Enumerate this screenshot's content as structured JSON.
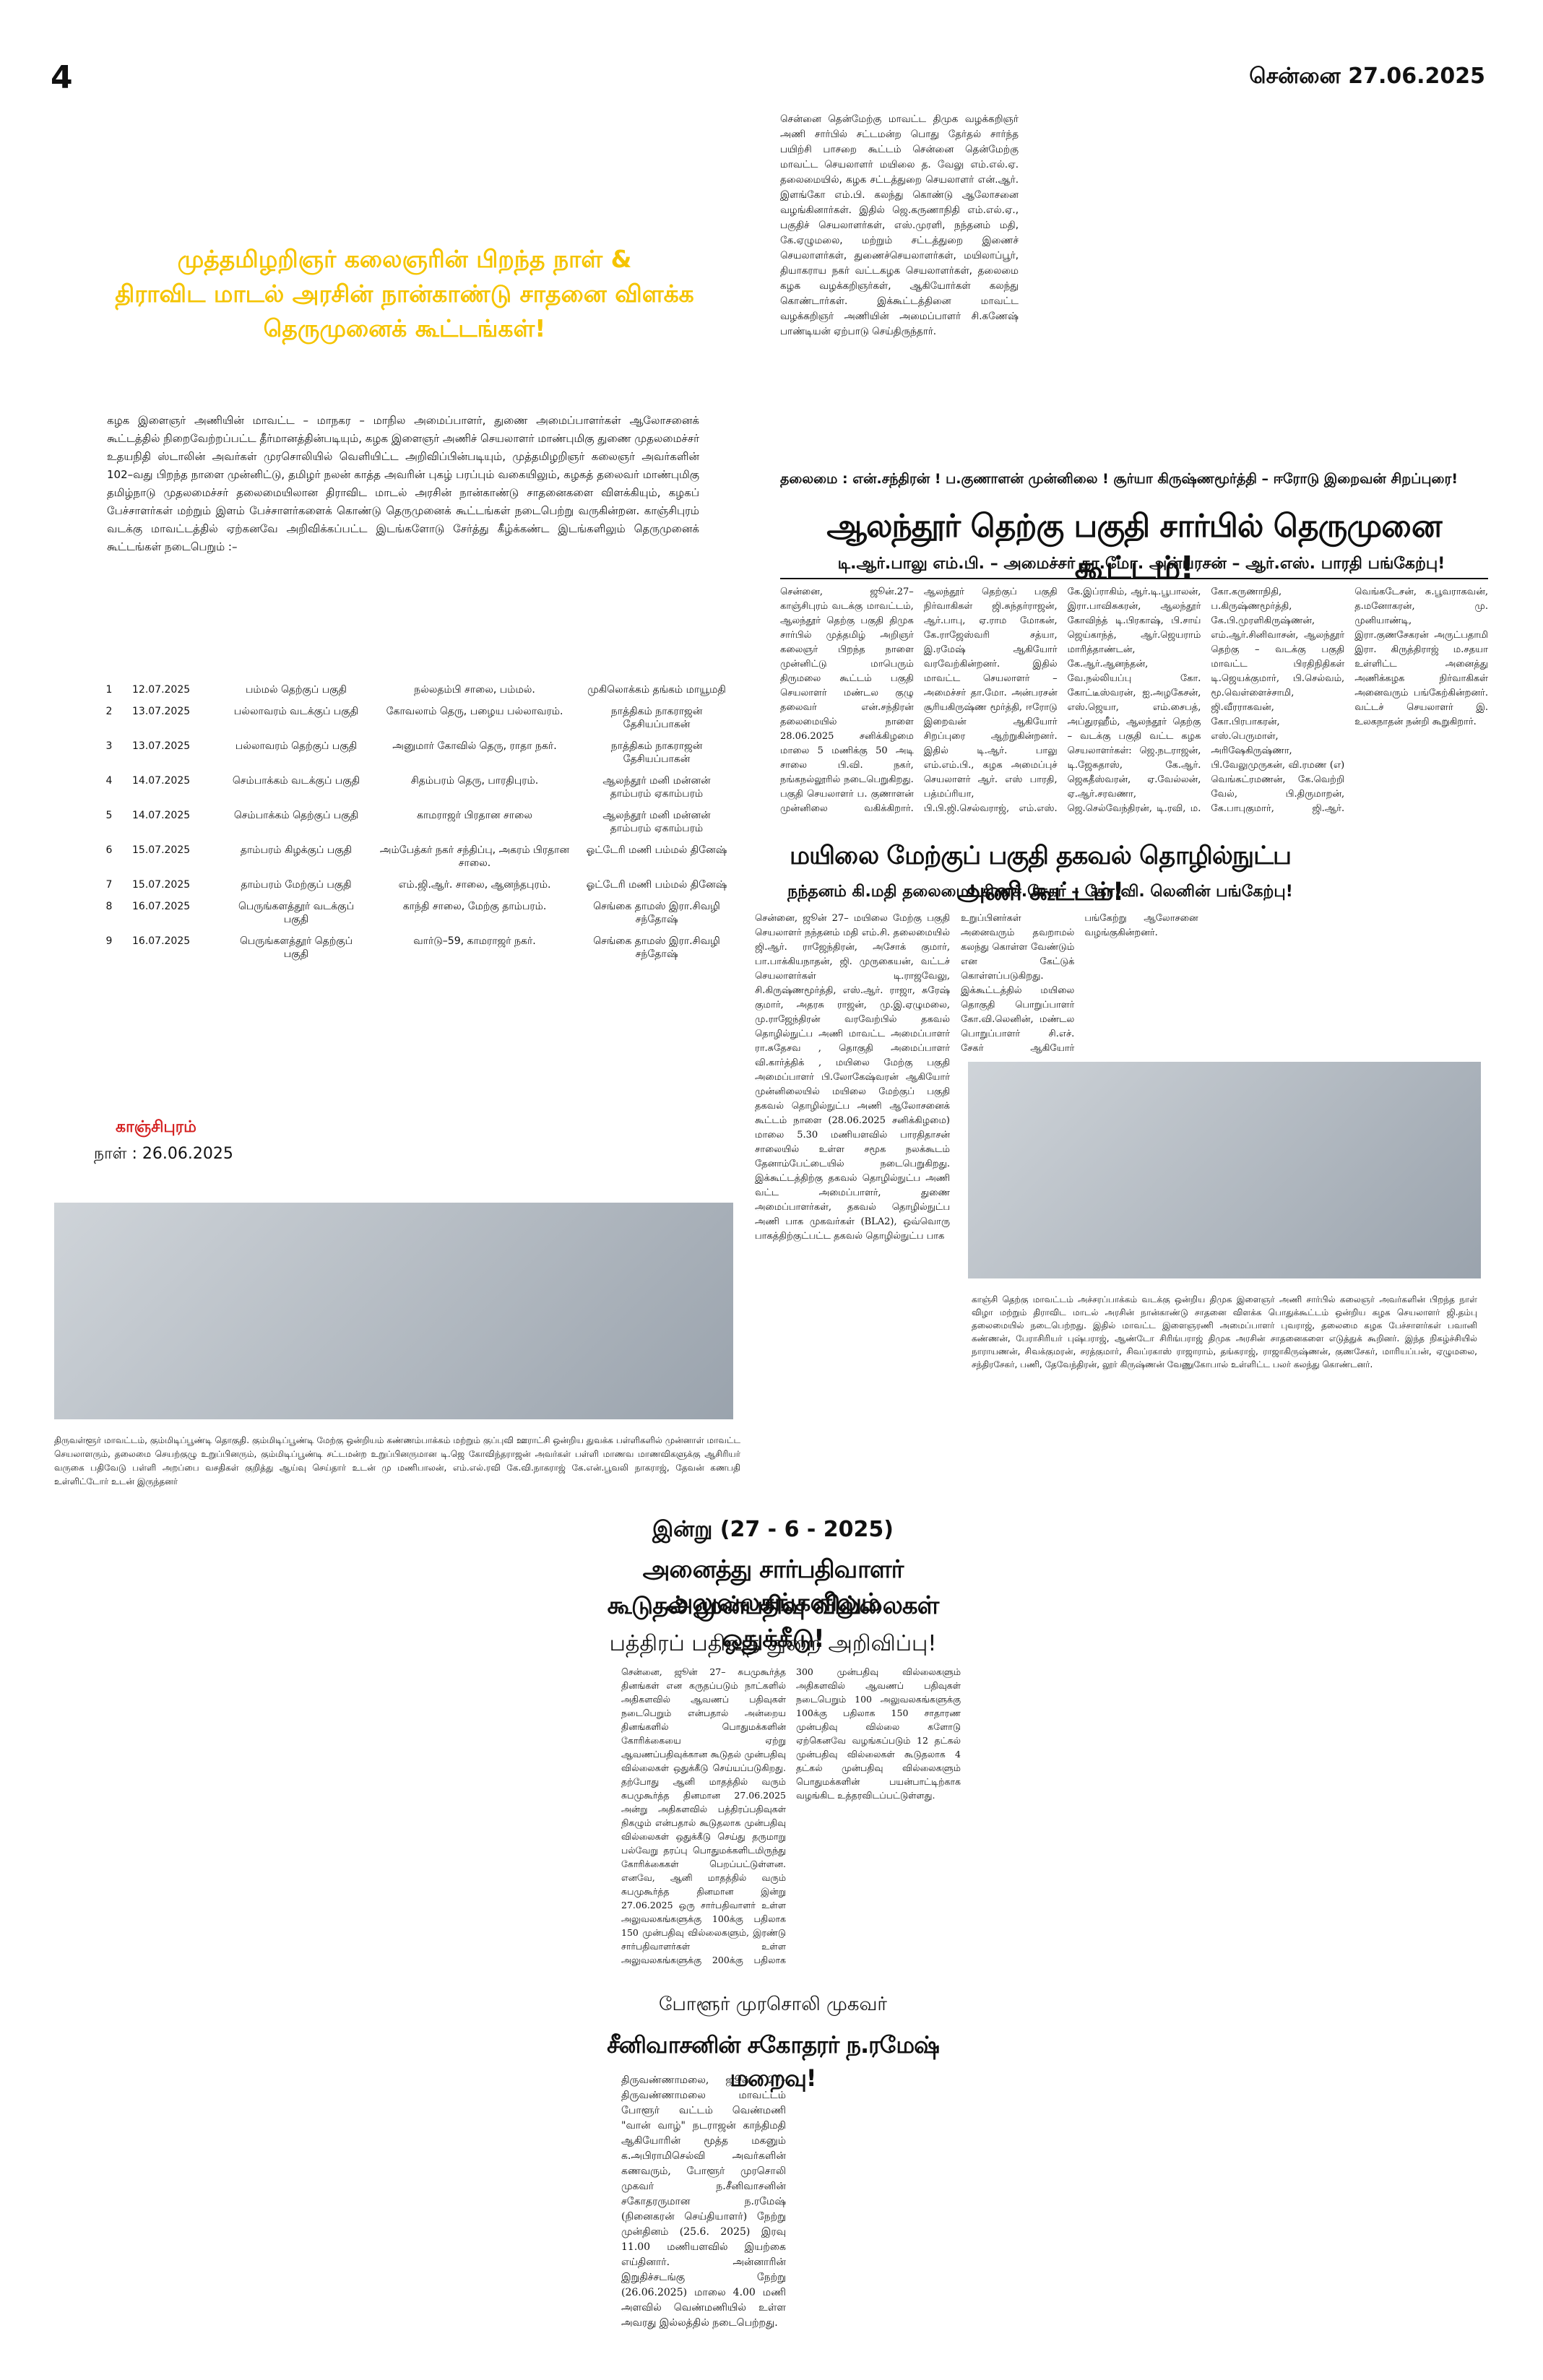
{
  "masthead": {
    "page_number": "4",
    "city_date": "சென்னை 27.06.2025"
  },
  "left_feature": {
    "headline_lines": [
      "முத்தமிழறிஞர் கலைஞரின் பிறந்த நாள் &",
      "திராவிட மாடல் அரசின் நான்காண்டு சாதனை விளக்க",
      "தெருமுனைக் கூட்டங்கள்!"
    ],
    "body": "கழக இளைஞர் அணியின் மாவட்ட – மாநகர – மாநில அமைப்பாளர், துணை அமைப்பாளர்கள் ஆலோசனைக் கூட்டத்தில் நிறைவேற்றப்பட்ட தீர்மானத்தின்படியும், கழக இளைஞர் அணிச் செயலாளர் மாண்புமிகு துணை முதலமைச்சர் உதயநிதி ஸ்டாலின் அவர்கள் முரசொலியில் வெளியிட்ட அறிவிப்பின்படியும், முத்தமிழறிஞர் கலைஞர் அவர்களின் 102–வது பிறந்த நாளை முன்னிட்டு, தமிழர் நலன் காத்த அவரின் புகழ் பரப்பும் வகையிலும், கழகத் தலைவர் மாண்புமிகு தமிழ்நாடு முதலமைச்சர் தலைமையிலான திராவிட மாடல் அரசின் நான்காண்டு சாதனைகளை விளக்கியும், கழகப் பேச்சாளர்கள் மற்றும் இளம் பேச்சாளர்களைக் கொண்டு தெருமுனைக் கூட்டங்கள் நடைபெற்று வருகின்றன. காஞ்சிபுரம் வடக்கு மாவட்டத்தில் ஏற்கனவே அறிவிக்கப்பட்ட இடங்களோடு சேர்த்து கீழ்க்கண்ட இடங்களிலும் தெருமுனைக் கூட்டங்கள் நடைபெறும் :–",
    "schedule": [
      {
        "no": "1",
        "date": "12.07.2025",
        "area": "பம்மல் தெற்குப் பகுதி",
        "place": "நல்லதம்பி சாலை, பம்மல்.",
        "speaker": "முகிலொக்கம் தங்கம் மாயூமதி"
      },
      {
        "no": "2",
        "date": "13.07.2025",
        "area": "பல்லாவரம் வடக்குப் பகுதி",
        "place": "கோவலாம் தெரு, பழைய பல்லாவரம்.",
        "speaker": "நாத்திகம் நாகராஜன் தேசியப்பாகன்"
      },
      {
        "no": "3",
        "date": "13.07.2025",
        "area": "பல்லாவரம் தெற்குப் பகுதி",
        "place": "அனுமார் கோவில் தெரு, ராதா நகர்.",
        "speaker": "நாத்திகம் நாகராஜன் தேசியப்பாகன்"
      },
      {
        "no": "4",
        "date": "14.07.2025",
        "area": "செம்பாக்கம் வடக்குப் பகுதி",
        "place": "சிதம்பரம் தெரு, பாரதிபுரம்.",
        "speaker": "ஆலந்தூர் மனி மன்னன் தாம்பரம் ஏகாம்பரம்"
      },
      {
        "no": "5",
        "date": "14.07.2025",
        "area": "செம்பாக்கம் தெற்குப் பகுதி",
        "place": "காமராஜர் பிரதான சாலை",
        "speaker": "ஆலந்தூர் மனி மன்னன் தாம்பரம் ஏகாம்பரம்"
      },
      {
        "no": "6",
        "date": "15.07.2025",
        "area": "தாம்பரம் கிழக்குப் பகுதி",
        "place": "அம்பேத்கர் நகர் சந்திப்பு, அகரம் பிரதான சாலை.",
        "speaker": "ஓட்டேரி மணி பம்மல் தினேஷ்"
      },
      {
        "no": "7",
        "date": "15.07.2025",
        "area": "தாம்பரம் மேற்குப் பகுதி",
        "place": "எம்.ஜி.ஆர். சாலை, ஆனந்தபுரம்.",
        "speaker": "ஓட்டேரி மணி பம்மல் தினேஷ்"
      },
      {
        "no": "8",
        "date": "16.07.2025",
        "area": "பெருங்களத்தூர் வடக்குப் பகுதி",
        "place": "காந்தி சாலை, மேற்கு தாம்பரம்.",
        "speaker": "செங்கை தாமஸ் இரா.சிவழி சந்தோஷ்"
      },
      {
        "no": "9",
        "date": "16.07.2025",
        "area": "பெருங்களத்தூர் தெற்குப் பகுதி",
        "place": "வார்டு–59, காமராஜர் நகர்.",
        "speaker": "செங்கை தாமஸ் இரா.சிவழி சந்தோஷ்"
      }
    ],
    "place_label": "காஞ்சிபுரம்",
    "date_label": "நாள் : 26.06.2025"
  },
  "top_brief": {
    "body": "சென்னை தென்மேற்கு மாவட்ட திமுக வழக்கறிஞர் அணி சார்பில் சட்டமன்ற பொது தேர்தல் சார்ந்த பயிற்சி பாசறை கூட்டம் சென்னை தென்மேற்கு மாவட்ட செயலாளர் மயிலை த. வேலு எம்.எல்.ஏ. தலைமையில், கழக சட்டத்துறை செயலாளர் என்.ஆர். இளங்கோ எம்.பி. கலந்து கொண்டு ஆலோசனை வழங்கினார்கள். இதில் ஜெ.கருணாநிதி எம்.எல்.ஏ., பகுதிச் செயலாளர்கள், எஸ்.முரளி, நந்தனம் மதி, கே.ஏழுமலை, மற்றும் சட்டத்துறை இணைச் செயலாளர்கள், துணைச்செயலாளர்கள், மயிலாப்பூர், தியாகராய நகர் வட்டகழக செயலாளர்கள், தலைமை கழக வழக்கறிஞர்கள், ஆகியோர்கள் கலந்து கொண்டார்கள். இக்கூட்டத்தினை மாவட்ட வழக்கறிஞர் அணியின் அமைப்பாளர் சி.கணேஷ் பாண்டியன் ஏற்பாடு செய்திருந்தார்."
  },
  "alandur": {
    "kicker": "தலைமை : என்.சந்திரன் ! ப.குணாளன் முன்னிலை ! சூர்யா கிருஷ்ணமூர்த்தி – ஈரோடு இறைவன் சிறப்புரை!",
    "headline": "ஆலந்தூர் தெற்கு பகுதி சார்பில் தெருமுனை கூட்டம்!",
    "subhead": "டி.ஆர்.பாலு எம்.பி. – அமைச்சர் தா.மோ. அன்பரசன் – ஆர்.எஸ். பாரதி பங்கேற்பு!",
    "body": "சென்னை, ஜூன்.27– காஞ்சிபுரம் வடக்கு மாவட்டம், ஆலந்தூர் தெற்கு பகுதி திமுக சார்பில் முத்தமிழ் அறிஞர் கலைஞர் பிறந்த நாளை முன்னிட்டு மாபெரும் திருமலை கூட்டம் பகுதி செயலாளர் மண்டல குழு தலைவர் என்.சந்திரன் தலைமையில் நாளை 28.06.2025 சனிக்கிழமை மாலை 5 மணிக்கு 50 அடி சாலை பி.வி. நகர், நங்கநல்லூரில் நடைபெறுகிறது. பகுதி செயலாளர் ப. குணாளன் முன்னிலை வகிக்கிறார். ஆலந்தூர் தெற்குப் பகுதி நிர்வாகிகள் ஜி.சுந்தர்ராஜன், ஆர்.பாபு, ஏ.ராம மோகன், கே.ராஜேஸ்வரி சத்யா, இ.ரமேஷ் ஆகியோர் வரவேற்கின்றனர். இதில் மாவட்ட செயலாளர் – அமைச்சர் தா.மோ. அன்பரசன் சூரியகிருஷ்ண மூர்த்தி, ஈரோடு இறைவன் ஆகியோர் சிறப்புரை ஆற்றுகின்றனர். இதில் டி.ஆர். பாலு எம்.எம்.பி., கழக அமைப்புச் செயலாளர் ஆர். எஸ் பாரதி, பத்மப்ரியா, பி.பி.ஜி.செல்வராஜ், எம்.எஸ். கே.இப்ராகிம், ஆர்.டி.பூபாலன், இரா.பாவிசுகரன், ஆலந்தூர் கோவிந்த் டி.பிரகாஷ், பி.சாய் ஜெய்காந்த், ஆர்.ஜெயராம் மாரித்தாண்டன், கே.ஆர்.ஆனந்தன், வே.நல்லியப்பு கோ. கோட்டீஸ்வரன், ஐ.அழகேசன், எஸ்.ஜெயா, எம்.சைபத், அப்துரஹீம், ஆலந்தூர் தெற்கு – வடக்கு பகுதி வட்ட கழக செயலாளர்கள்: ஜெ.நடராஜன், டி.ஜேசுதாஸ், கே.ஆர். ஜெகதீஸ்வரன், ஏ.வேல்லன், ஏ.ஆர்.சரவணா, ஜெ.செல்வேந்திரன், டி.ரவி, ம. கோ.கருணாநிதி, ப.கிருஷ்ணமூர்த்தி, கே.பி.முரளிகிருஷ்ணன், எம்.ஆர்.சினிவாசன், ஆலந்தூர் தெற்கு – வடக்கு பகுதி மாவட்ட பிரதிநிதிகள் டி.ஜெயக்குமார், பி.செல்வம், மூ.வெள்ளைச்சாமி, ஜி.வீரராகவன், கோ.பிரபாகரன், எஸ்.பெருமாள், அரிஷேகிருஷ்ணா, பி.வேலுமுருகன், வி.ரமண (எ) வெங்கட்ரமணன், கே.வெற்றி வேல், பி.திருமாறன், கே.பாபுகுமார், ஜி.ஆர். வெங்கடேசன், சு.பூவராகவன், த.மனோகரன், மு. முனியாண்டி, இரா.குணசேகரன் அருட்பதாமி இரா. கிருத்திராஜ் ம.சதயா உள்ளிட்ட அனைத்து அணிக்கழக நிர்வாகிகள் அனைவரும் பங்கேற்கின்றனர். வட்டச் செயலாளர் இ. உலகநாதன் நன்றி கூறுகிறார்."
  },
  "mylai": {
    "headline": "மயிலை மேற்குப் பகுதி தகவல் தொழில்நுட்ப அணி கூட்டம்!",
    "subhead": "நந்தனம் கி.மதி தலைமை! சி.எச்.சேகர் – கோ.வி. லெனின் பங்கேற்பு!",
    "body_left": "சென்னை, ஜூன் 27– மயிலை மேற்கு பகுதி செயலாளர் நந்தனம் மதி எம்.சி. தலைமையில் ஜி.ஆர். ராஜேந்திரன், அசோக் குமார், பா.பாக்கியநாதன், ஜி. முருகையன், வட்டச் செயலாளர்கள் டி.ராஜவேலு, சி.கிருஷ்ணமூர்த்தி, எஸ்.ஆர். ராஜா, சுரேஷ் குமார், அதரசு ராஜன், மு.இ.ஏழுமலை, மு.ராஜேந்திரன் வரவேற்பில் தகவல் தொழில்நுட்ப அணி மாவட்ட அமைப்பாளர் ரா.சுதேசவ , தொகுதி அமைப்பாளர் வி.கார்த்திக் , மயிலை மேற்கு பகுதி அமைப்பாளர் பி.லோகேஷ்வரன் ஆகியோர் முன்னிலையில் மயிலை மேற்குப் பகுதி தகவல் தொழில்நுட்ப அணி ஆலோசனைக் கூட்டம் நாளை (28.06.2025 சனிக்கிழமை) மாலை 5.30 மணியளவில் பாரதிதாசன் சாலையில் உள்ள சமூக நலக்கூடம் தேனாம்பேட்டையில் நடைபெறுகிறது. இக்கூட்டத்திற்கு தகவல் தொழில்நுட்ப அணி வட்ட அமைப்பாளர், துணை அமைப்பாளர்கள், தகவல் தொழில்நுட்ப அணி பாக முகவர்கள் (BLA2), ஒவ்வொரு பாகத்திற்குட்பட்ட தகவல் தொழில்நுட்ப பாக",
    "body_right": "உறுப்பினர்கள் அனைவரும் தவறாமல் கலந்து கொள்ள வேண்டும் என கேட்டுக் கொள்ளப்படுகிறது. இக்கூட்டத்தில் மயிலை தொகுதி பொறுப்பாளர் கோ.வி.லெனின், மண்டல பொறுப்பாளர் சி.எச். சேகர் ஆகியோர் பங்கேற்று ஆலோசனை வழங்குகின்றனர்."
  },
  "photo_caption_right": "காஞ்சி தெற்கு மாவட்டம் அச்சரப்பாக்கம் வடக்கு ஒன்றிய திமுக இளைஞர் அணி சார்பில் கலைஞர் அவர்களின் பிறந்த நாள் விழா மற்றும் திராவிட மாடல் அரசின் நான்காண்டு சாதனை விளக்க பொதுக்கூட்டம் ஒன்றிய கழக செயலாளர் ஜி.தம்பு தலைமையில் நடைபெற்றது. இதில் மாவட்ட இளைஞரணி அமைப்பாளர் புவராஜ், தலைமை கழக பேச்சாளர்கள் பவானி கண்ணன், பேராசிரியர் புஷ்பராஜ், ஆண்டோ சிரிங்பராஜ் திமுக அரசின் சாதனைகளை எடுத்துக் கூறினர். இந்த நிகழ்ச்சியில் நாராயணன், சிவக்குமரன், சரத்குமார், சிவப்ரகாஸ் ராஜாராம், தங்கராஜ், ராஜாகிருஷ்ணன், குணசேகர், மாரியப்பன், ஏழுமலை, சந்திரசேகர், பணி, தேவேந்திரன், லூர் கிருஷ்ணன் வேணுகோபால் உள்ளிட்ட பலர் கலந்து கொண்டனர்.",
  "photo_caption_left": "திருவள்ளூர் மாவட்டம், கும்மிடிப்பூண்டி தொகுதி. கும்மிடிப்பூண்டி மேற்கு ஒன்றியம் கண்ணம்பாக்கம் மற்றும் குப்புவி ஊராட்சி ஒன்றிய துவக்க பள்ளிகளில் முன்னாள் மாவட்ட செயலாளரும், தலைமை செயற்குழு உறுப்பினரும், கும்மிடிப்பூண்டி சட்டமன்ற உறுப்பினருமான டி.ஜெ கோவிந்தராஜன் அவர்கள் பள்ளி மாணவ மாணவிகளுக்கு ஆசிரியர் வருகை பதிவேடு பள்ளி அறப்பை வசதிகள் குறித்து ஆய்வு செய்தார் உடன் மு மணிபாலன், எம்.எல்.ரவி கே.வி.நாகராஜ் கே.என்.பூவலி நாகராஜ், தேவன் கணபதி உள்ளிட்டோர் உடன் இருந்தனர்",
  "registration": {
    "date_head": "இன்று (27 - 6 - 2025)",
    "headline_1": "அனைத்து சார்பதிவாளர் அலுவலகங்களிலும்",
    "headline_2": "கூடுதல் முன்பதிவு வில்லைகள் ஒதுக்கீடு!",
    "subhead": "பத்திரப் பதிவுத் துறை அறிவிப்பு!",
    "body": "சென்னை, ஜூன் 27– சுபமுகூர்த்த தினங்கள் என கருதப்படும் நாட்களில் அதிகளவில் ஆவணப் பதிவுகள் நடைபெறும் என்பதால் அன்றைய தினங்களில் பொதுமக்களின் கோரிக்கையை ஏற்று ஆவணப்பதிவுக்கான கூடுதல் முன்பதிவு வில்லைகள் ஒதுக்கீடு செய்யப்படுகிறது. தற்போது ஆனி மாதத்தில் வரும் சுபமுகூர்த்த தினமான 27.06.2025 அன்று அதிகளவில் பத்திரப்பதிவுகள் நிகழும் என்பதால் கூடுதலாக முன்பதிவு வில்லைகள் ஒதுக்கீடு செய்து தருமாறு பல்வேறு தரப்பு பொதுமக்களிடமிருந்து கோரிக்கைகள் பெறப்பட்டுள்ளன. எனவே, ஆனி மாதத்தில் வரும் சுபமுகூர்த்த தினமான இன்று 27.06.2025 ஒரு சார்பதிவாளர் உள்ள அலுவலகங்களுக்கு 100க்கு பதிலாக 150 முன்பதிவு வில்லைகளும், இரண்டு சார்பதிவாளர்கள் உள்ள அலுவலகங்களுக்கு 200க்கு பதிலாக 300 முன்பதிவு வில்லைகளும் அதிகளவில் ஆவணப் பதிவுகள் நடைபெறும் 100 அலுவலகங்களுக்கு 100க்கு பதிலாக 150 சாதாரண முன்பதிவு வில்லை களோடு ஏற்கெனவே வழங்கப்படும் 12 தட்கல் முன்பதிவு வில்லைகள் கூடுதலாக 4 தட்கல் முன்பதிவு வில்லைகளும் பொதுமக்களின் பயன்பாட்டிற்காக வழங்கிட உத்தரவிடப்பட்டுள்ளது."
  },
  "obituary": {
    "kicker": "போளூர் முரசொலி முகவர்",
    "headline": "சீனிவாசனின் சகோதரர் ந.ரமேஷ் மறைவு!",
    "body": "திருவண்ணாமலை, ஜூன் 27– திருவண்ணாமலை மாவட்டம் போளூர் வட்டம் வெண்மணி \"வான் வாழ்\" நடராஜன் காந்திமதி ஆகியோரின் மூத்த மகனும் க.அபிராமிசெல்வி அவர்களின் கணவரும், போளூர் முரசொலி முகவர் ந.சீனிவாசனின் சகோதரருமான ந.ரமேஷ் (நினைகரன் செய்தியாளர்) நேற்று முன்தினம் (25.6. 2025) இரவு 11.00 மணியளவில் இயற்கை எய்தினார். அன்னாரின் இறுதிச்சடங்கு நேற்று (26.06.2025) மாலை 4.00 மணி அளவில் வெண்மணியில் உள்ள அவரது இல்லத்தில் நடைபெற்றது."
  }
}
